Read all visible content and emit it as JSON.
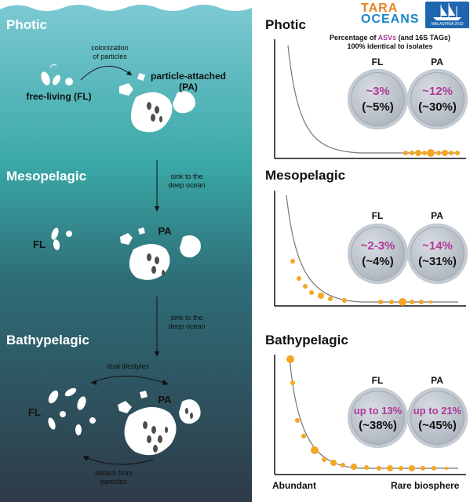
{
  "left_panel": {
    "zones": [
      "Photic",
      "Mesopelagic",
      "Bathypelagic"
    ],
    "labels": {
      "colonization": "colonization\nof particles",
      "free_living": "free-living (FL)",
      "particle_attached": "particle-attached\n(PA)",
      "sink1": "sink to the\ndeep ocean",
      "fl_meso": "FL",
      "pa_meso": "PA",
      "sink2": "sink to the\ndeep ocean",
      "dual": "dual lifestyles",
      "fl_bathy": "FL",
      "pa_bathy": "PA",
      "detach": "detach from\nparticles"
    }
  },
  "logo": {
    "line1": "TARA",
    "line2": "OCEANS",
    "expedition": "MALASPINA 2010"
  },
  "legend": {
    "line1_pre": "Percentage of ",
    "line1_hl": "ASVs",
    "line1_post": " (and 16S TAGs)",
    "line2": "100% identical to isolates"
  },
  "panels": [
    {
      "title": "Photic",
      "fl_label": "FL",
      "pa_label": "PA",
      "fl_pct": "~3%",
      "fl_tag": "(~5%)",
      "pa_pct": "~12%",
      "pa_tag": "(~30%)"
    },
    {
      "title": "Mesopelagic",
      "fl_label": "FL",
      "pa_label": "PA",
      "fl_pct": "~2-3%",
      "fl_tag": "(~4%)",
      "pa_pct": "~14%",
      "pa_tag": "(~31%)"
    },
    {
      "title": "Bathypelagic",
      "fl_label": "FL",
      "pa_label": "PA",
      "fl_pct": "up to 13%",
      "fl_tag": "(~38%)",
      "pa_pct": "up to 21%",
      "pa_tag": "(~45%)"
    }
  ],
  "axis": {
    "left": "Abundant",
    "right": "Rare biosphere"
  },
  "colors": {
    "accent": "#b0399a",
    "dots": "#f5a623",
    "ocean_top": "#6fc3cf",
    "ocean_bottom": "#2f3e4e"
  }
}
